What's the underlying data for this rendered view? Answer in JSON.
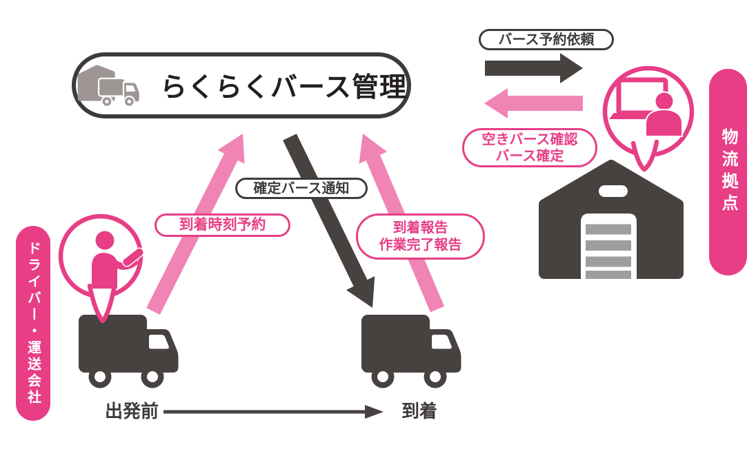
{
  "system": {
    "title": "らくらくバース管理"
  },
  "actors": {
    "driver_company": "ドライバー・運送会社",
    "logistics_base": "物流拠点"
  },
  "flows": {
    "berth_request": "バース予約依頼",
    "availability_check_line1": "空きバース確認",
    "availability_check_line2": "バース確定",
    "arrival_time_reservation": "到着時刻予約",
    "confirmed_berth_notice": "確定バース通知",
    "arrival_report_line1": "到着報告",
    "arrival_report_line2": "作業完了報告"
  },
  "timeline": {
    "before_departure": "出発前",
    "arrival": "到着"
  },
  "colors": {
    "accent_pink": "#e73e86",
    "light_pink": "#f084b4",
    "dark_gray": "#474140",
    "outline_dark": "#3e3a39",
    "logo_gray": "#9d9694"
  },
  "icons": {
    "logo": "truck-warehouse-icon",
    "logistics_base": "operator-with-pc-icon",
    "driver": "driver-with-phone-icon",
    "warehouse": "warehouse-icon",
    "truck": "truck-icon"
  }
}
